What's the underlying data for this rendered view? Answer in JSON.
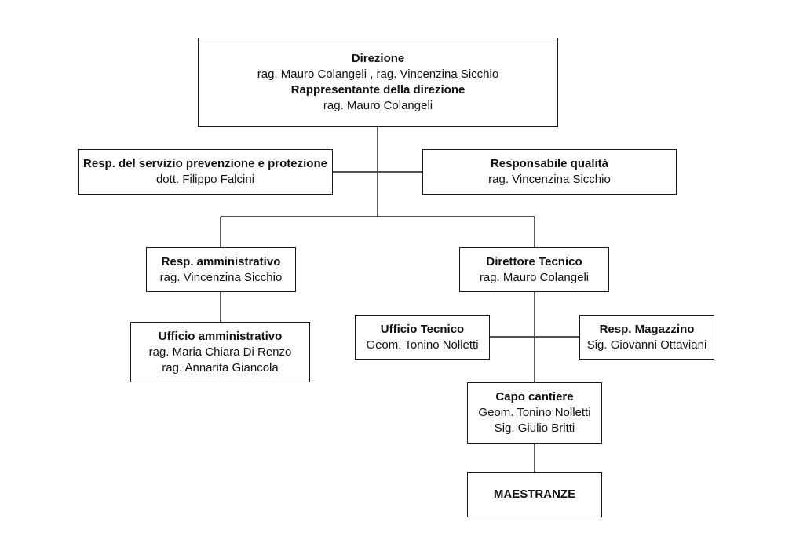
{
  "org": {
    "direzione": {
      "title": "Direzione",
      "names": "rag.  Mauro Colangeli , rag.  Vincenzina Sicchio",
      "sub_title": "Rappresentante della direzione",
      "sub_name": "rag.  Mauro Colangeli"
    },
    "rspp": {
      "title": "Resp. del servizio prevenzione e protezione",
      "name": "dott.  Filippo Falcini"
    },
    "qualita": {
      "title": "Responsabile qualità",
      "name": "rag.  Vincenzina Sicchio"
    },
    "resp_amm": {
      "title": "Resp. amministrativo",
      "name": "rag.  Vincenzina Sicchio"
    },
    "ufficio_amm": {
      "title": "Ufficio amministrativo",
      "name1": "rag.  Maria Chiara Di Renzo",
      "name2": "rag.  Annarita Giancola"
    },
    "direttore_tecnico": {
      "title": "Direttore Tecnico",
      "name": "rag.  Mauro Colangeli"
    },
    "ufficio_tecnico": {
      "title": "Ufficio Tecnico",
      "name": "Geom.  Tonino Nolletti"
    },
    "magazzino": {
      "title": "Resp. Magazzino",
      "name": "Sig.  Giovanni Ottaviani"
    },
    "capo_cantiere": {
      "title": "Capo cantiere",
      "name1": "Geom.  Tonino Nolletti",
      "name2": "Sig.  Giulio Britti"
    },
    "maestranze": {
      "title": "MAESTRANZE"
    }
  }
}
